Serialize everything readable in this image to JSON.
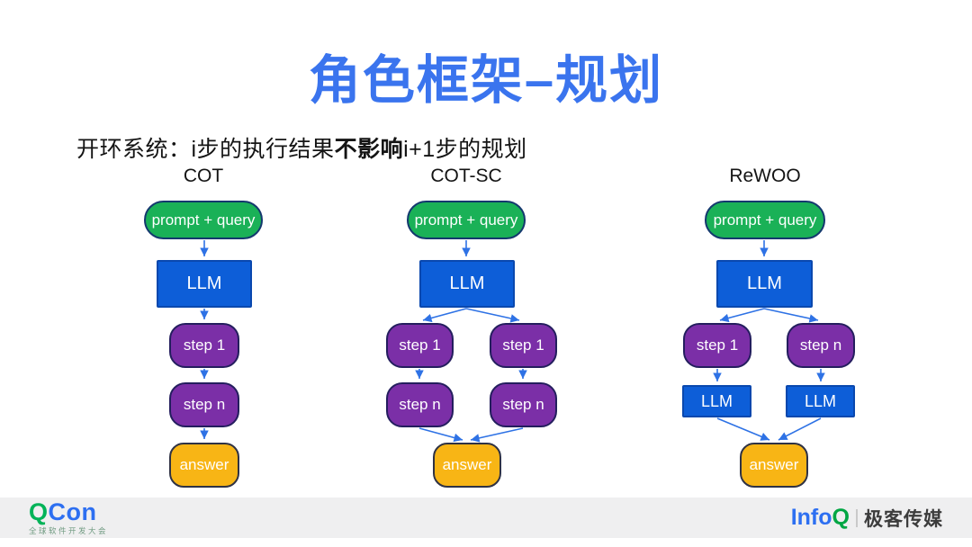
{
  "title": "角色框架–规划",
  "subtitle": {
    "prefix": "开环系统：i步的执行结果",
    "emphasis": "不影响",
    "suffix": "i+1步的规划"
  },
  "colors": {
    "title_blue": "#3a74ee",
    "node_green": "#1ab157",
    "node_blue": "#0d5ed8",
    "node_purple": "#7b2fa7",
    "node_yellow": "#f8b515",
    "arrow_blue": "#2e72e5",
    "footer_gray": "#efeff0"
  },
  "diagrams": [
    {
      "heading": "COT",
      "nodes": {
        "prompt": "prompt + query",
        "llm": "LLM",
        "step1": "step 1",
        "stepn": "step n",
        "answer": "answer"
      }
    },
    {
      "heading": "COT-SC",
      "nodes": {
        "prompt": "prompt + query",
        "llm": "LLM",
        "step1_left": "step 1",
        "step1_right": "step 1",
        "stepn_left": "step n",
        "stepn_right": "step n",
        "answer": "answer"
      }
    },
    {
      "heading": "ReWOO",
      "nodes": {
        "prompt": "prompt + query",
        "llm": "LLM",
        "step1": "step 1",
        "stepn": "step n",
        "llm_left": "LLM",
        "llm_right": "LLM",
        "answer": "answer"
      }
    }
  ],
  "footer": {
    "qcon_logo": {
      "q": "Q",
      "con": "Con",
      "tagline": "全球软件开发大会"
    },
    "infoq_logo": {
      "info": "Info",
      "q": "Q",
      "brand": "极客传媒"
    }
  }
}
